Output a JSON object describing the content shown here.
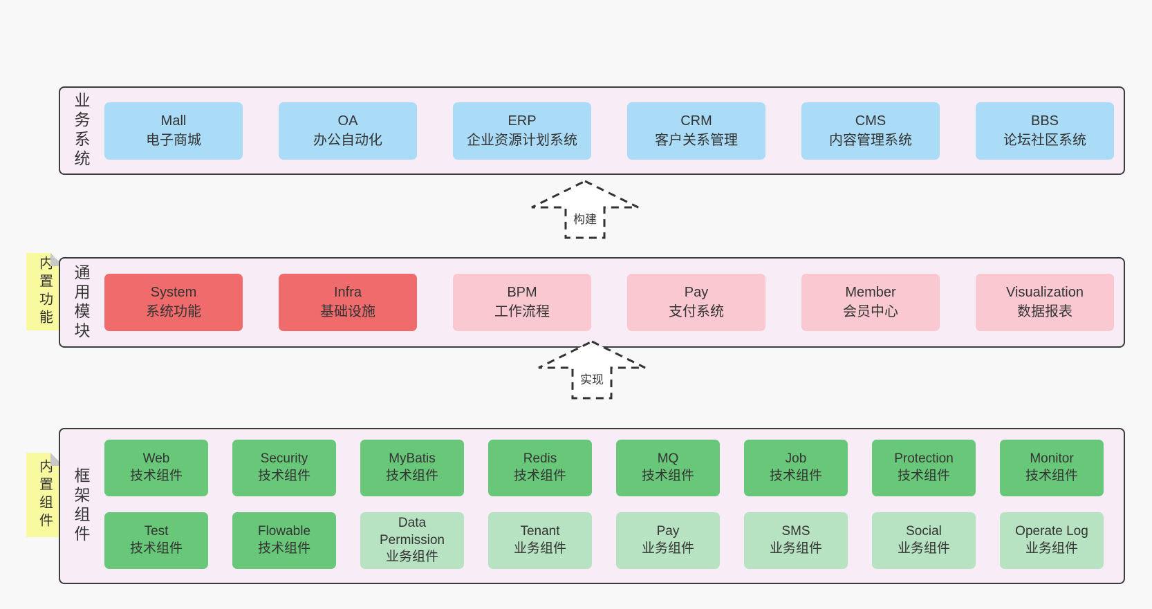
{
  "palette": {
    "pageBg": "#f8f8f8",
    "bandBg": "#f8edf6",
    "bandBorder": "#3b3b3b",
    "blue": "#abdcf7",
    "red": "#f06b6b",
    "pink": "#f9c8d1",
    "green": "#68c778",
    "lightgreen": "#b7e3c2",
    "sticky": "#f9f9a0",
    "stickyFold": "#c8c8c8",
    "text": "#333333",
    "arrowStroke": "#333333"
  },
  "arrows": [
    {
      "label": "构建"
    },
    {
      "label": "实现"
    }
  ],
  "bands": [
    {
      "id": "business",
      "label": "业务系统",
      "boxes": [
        {
          "title": "Mall",
          "subtitle": "电子商城",
          "color": "blue"
        },
        {
          "title": "OA",
          "subtitle": "办公自动化",
          "color": "blue"
        },
        {
          "title": "ERP",
          "subtitle": "企业资源计划系统",
          "color": "blue"
        },
        {
          "title": "CRM",
          "subtitle": "客户关系管理",
          "color": "blue"
        },
        {
          "title": "CMS",
          "subtitle": "内容管理系统",
          "color": "blue"
        },
        {
          "title": "BBS",
          "subtitle": "论坛社区系统",
          "color": "blue"
        }
      ]
    },
    {
      "id": "modules",
      "label": "通用模块",
      "sticky": "内置功能",
      "boxes": [
        {
          "title": "System",
          "subtitle": "系统功能",
          "color": "red"
        },
        {
          "title": "Infra",
          "subtitle": "基础设施",
          "color": "red"
        },
        {
          "title": "BPM",
          "subtitle": "工作流程",
          "color": "pink"
        },
        {
          "title": "Pay",
          "subtitle": "支付系统",
          "color": "pink"
        },
        {
          "title": "Member",
          "subtitle": "会员中心",
          "color": "pink"
        },
        {
          "title": "Visualization",
          "subtitle": "数据报表",
          "color": "pink"
        }
      ]
    },
    {
      "id": "framework",
      "label": "框架组件",
      "sticky": "内置组件",
      "rows": [
        [
          {
            "title": "Web",
            "subtitle": "技术组件",
            "color": "green"
          },
          {
            "title": "Security",
            "subtitle": "技术组件",
            "color": "green"
          },
          {
            "title": "MyBatis",
            "subtitle": "技术组件",
            "color": "green"
          },
          {
            "title": "Redis",
            "subtitle": "技术组件",
            "color": "green"
          },
          {
            "title": "MQ",
            "subtitle": "技术组件",
            "color": "green"
          },
          {
            "title": "Job",
            "subtitle": "技术组件",
            "color": "green"
          },
          {
            "title": "Protection",
            "subtitle": "技术组件",
            "color": "green"
          },
          {
            "title": "Monitor",
            "subtitle": "技术组件",
            "color": "green"
          }
        ],
        [
          {
            "title": "Test",
            "subtitle": "技术组件",
            "color": "green"
          },
          {
            "title": "Flowable",
            "subtitle": "技术组件",
            "color": "green"
          },
          {
            "title": "Data Permission",
            "subtitle": "业务组件",
            "color": "lightgreen"
          },
          {
            "title": "Tenant",
            "subtitle": "业务组件",
            "color": "lightgreen"
          },
          {
            "title": "Pay",
            "subtitle": "业务组件",
            "color": "lightgreen"
          },
          {
            "title": "SMS",
            "subtitle": "业务组件",
            "color": "lightgreen"
          },
          {
            "title": "Social",
            "subtitle": "业务组件",
            "color": "lightgreen"
          },
          {
            "title": "Operate Log",
            "subtitle": "业务组件",
            "color": "lightgreen"
          }
        ]
      ]
    }
  ]
}
